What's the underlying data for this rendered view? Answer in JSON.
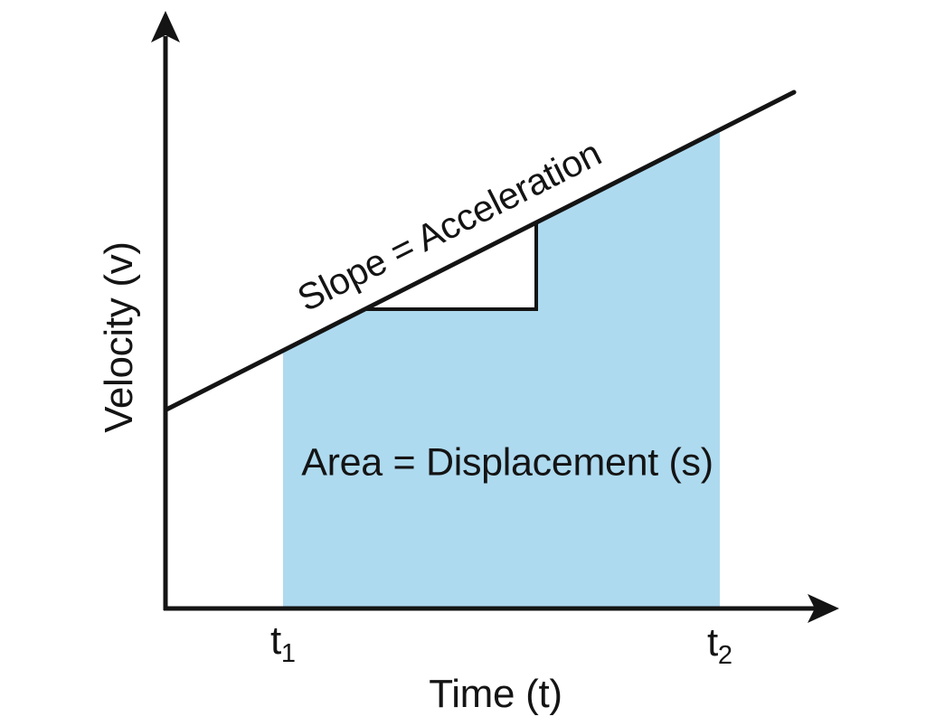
{
  "figure": {
    "background": "#ffffff",
    "stroke_color": "#141414",
    "area_fill": "#aedaef",
    "triangle_fill": "#ffffff",
    "labels": {
      "y_axis": "Velocity (v)",
      "x_axis": "Time (t)",
      "slope": "Slope = Acceleration",
      "area": "Area = Displacement (s)",
      "t1": {
        "base": "t",
        "sub": "1"
      },
      "t2": {
        "base": "t",
        "sub": "2"
      }
    }
  }
}
